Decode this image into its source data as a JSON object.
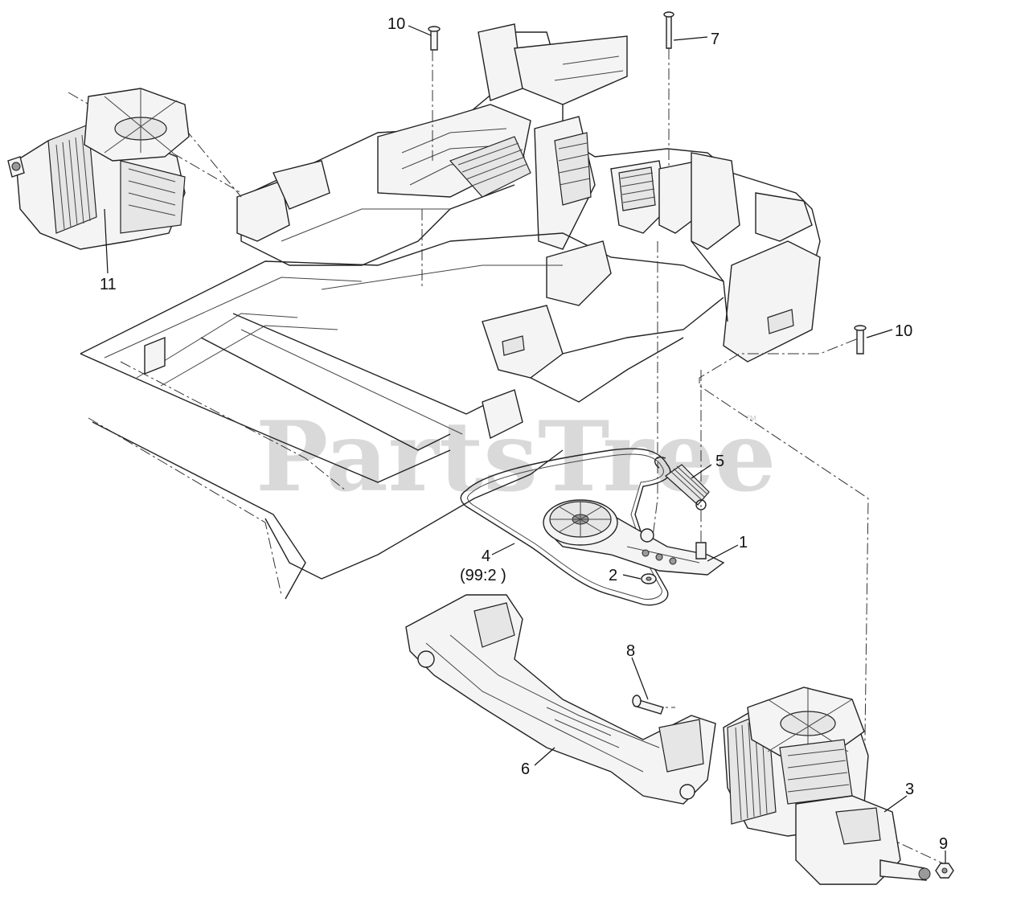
{
  "watermark": {
    "text": "PartsTree",
    "trademark": "™"
  },
  "callouts": {
    "c1": "1",
    "c2": "2",
    "c3": "3",
    "c4": "4",
    "c4sub": "(99:2 )",
    "c5": "5",
    "c6": "6",
    "c7": "7",
    "c8": "8",
    "c9": "9",
    "c10a": "10",
    "c10b": "10",
    "c11": "11"
  }
}
